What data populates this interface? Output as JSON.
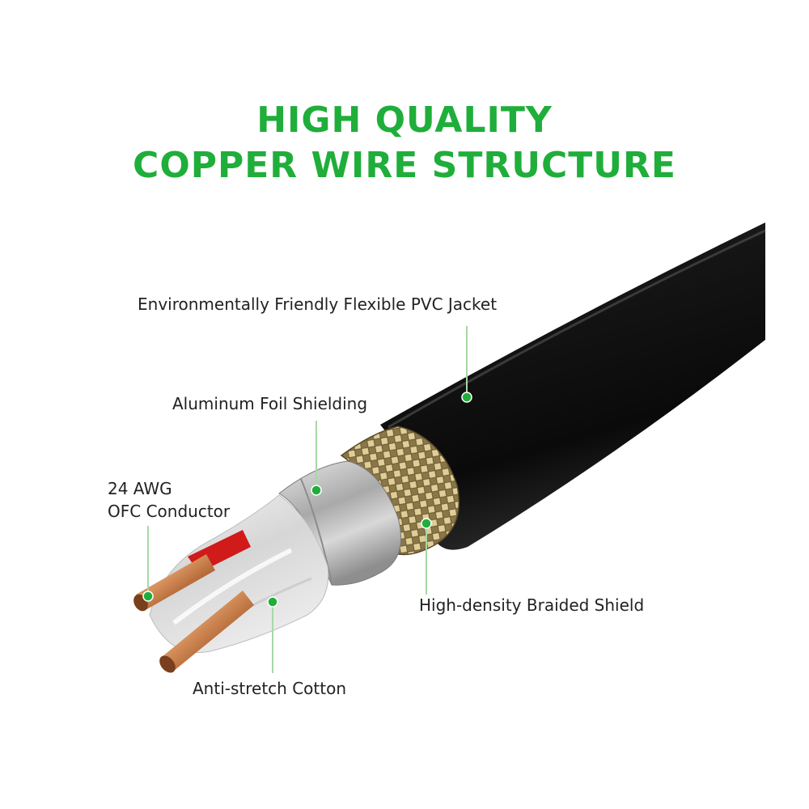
{
  "title": {
    "line1": "HIGH QUALITY",
    "line2": "COPPER WIRE STRUCTURE"
  },
  "labels": {
    "jacket": "Environmentally Friendly Flexible PVC Jacket",
    "foil": "Aluminum Foil Shielding",
    "conductor_line1": "24 AWG",
    "conductor_line2": "OFC Conductor",
    "braid": "High-density Braided Shield",
    "cotton": "Anti-stretch Cotton"
  },
  "colors": {
    "accent_green": "#1fae3a",
    "jacket_black": "#111111",
    "copper": "#b5703e",
    "braid_gold": "#c9b27a",
    "foil_silver": "#c8c8c8",
    "insulation_red": "#d11a1a"
  }
}
